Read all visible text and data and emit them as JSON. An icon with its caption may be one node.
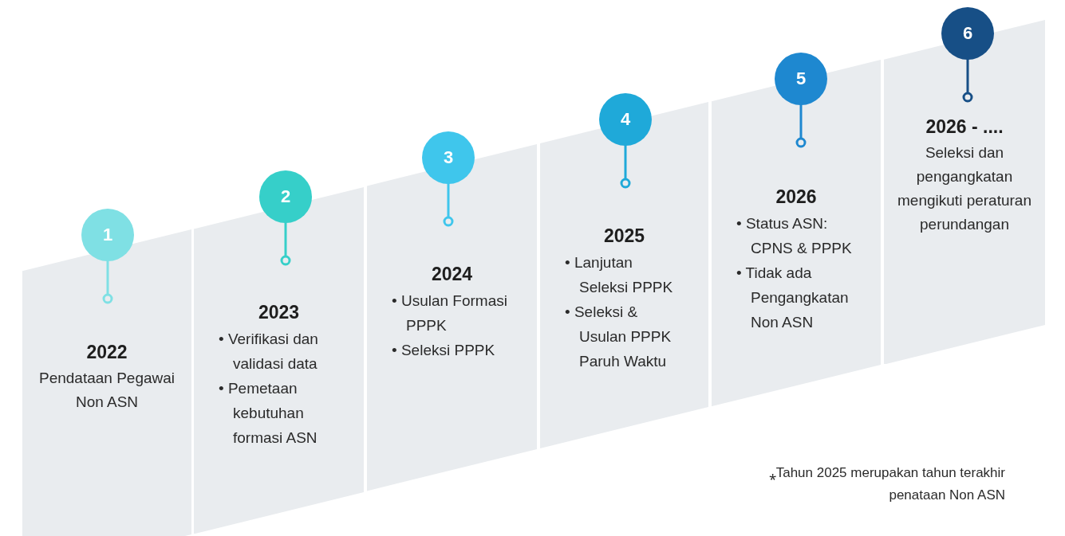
{
  "diagram": {
    "nodes": [
      {
        "text": [
          "1"
        ]
      },
      {
        "text": [
          "2022",
          "Pendataan Pegawai Non ASN"
        ]
      },
      {
        "text": [
          "2"
        ]
      },
      {
        "text": [
          "2023",
          "• Verifikasi dan validasi data",
          "• Pemetaan kebutuhan formasi ASN"
        ]
      },
      {
        "text": [
          "3"
        ]
      },
      {
        "text": [
          "2024",
          "• Usulan Formasi PPPK",
          "• Seleksi PPPK"
        ]
      },
      {
        "text": [
          "4"
        ]
      },
      {
        "text": [
          "2025",
          "• Lanjutan Seleksi PPPK",
          "• Seleksi & Usulan PPPK Paruh Waktu"
        ]
      },
      {
        "text": [
          "5"
        ]
      },
      {
        "text": [
          "2026",
          "• Status ASN: CPNS & PPPK",
          "• Tidak ada Pengangkatan Non ASN"
        ]
      },
      {
        "text": [
          "6"
        ]
      },
      {
        "text": [
          "2026 - ....",
          "Seleksi dan pengangkatan mengikuti peraturan perundangan"
        ]
      }
    ],
    "labels": [
      "⁎Tahun 2025 merupakan tahun terakhir penataan Non ASN"
    ]
  }
}
